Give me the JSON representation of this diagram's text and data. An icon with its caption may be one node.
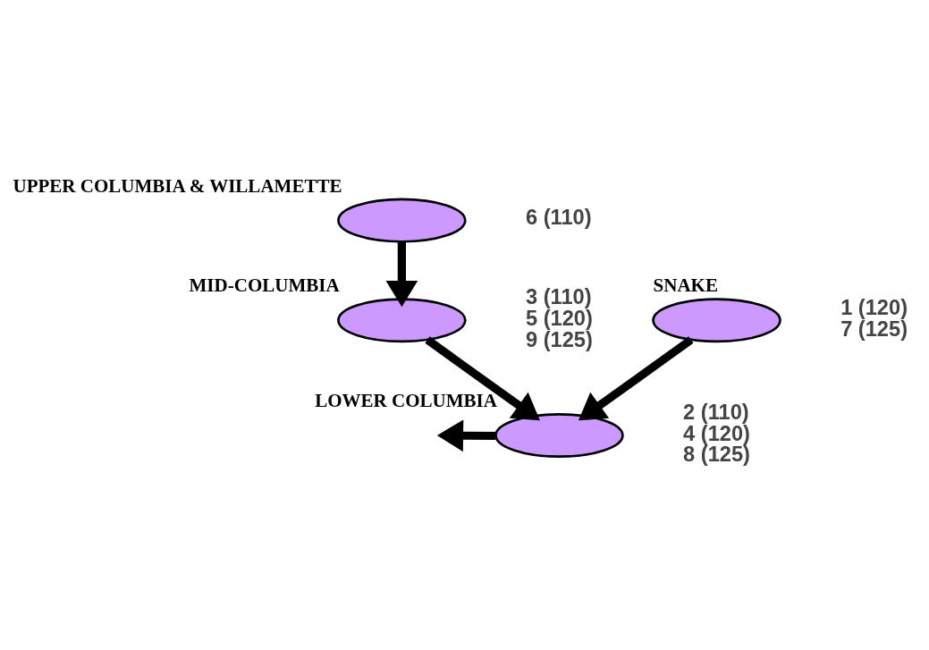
{
  "diagram": {
    "nodes": [
      {
        "text": [
          "UPPER COLUMBIA & WILLAMETTE"
        ],
        "beside": [
          "6 (110)"
        ]
      },
      {
        "text": [
          "MID-COLUMBIA"
        ],
        "beside": [
          "3 (110)",
          "5 (120)",
          "9 (125)"
        ]
      },
      {
        "text": [
          "SNAKE"
        ],
        "beside": [
          "1 (120)",
          "7 (125)"
        ]
      },
      {
        "text": [
          "LOWER COLUMBIA"
        ],
        "beside": [
          "2 (110)",
          "4 (120)",
          "8 (125)"
        ]
      }
    ],
    "edges": [
      {
        "from": 0,
        "to": 1,
        "arrow": "to"
      },
      {
        "from": 1,
        "to": 3,
        "arrow": "to"
      },
      {
        "from": 2,
        "to": 3,
        "arrow": "to"
      },
      {
        "from": 3,
        "to": null,
        "arrow": "to"
      }
    ]
  }
}
